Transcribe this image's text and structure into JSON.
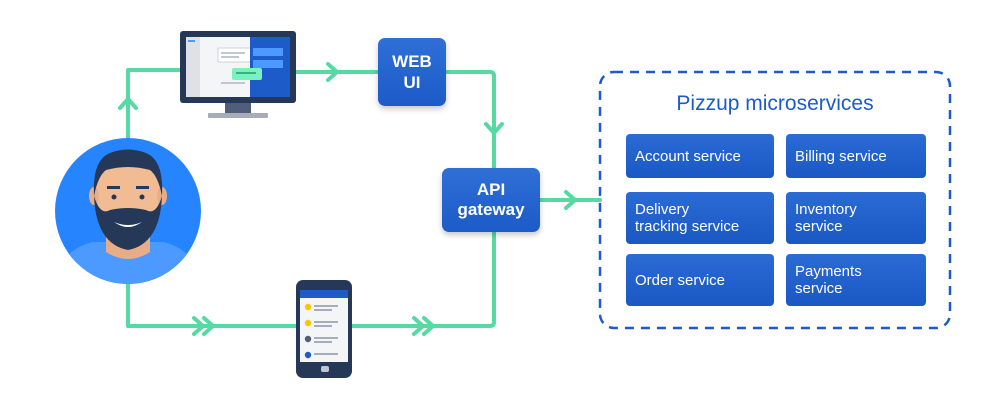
{
  "colors": {
    "flow_line": "#57d9a3",
    "primary_blue": "#1c5bc8",
    "avatar_bg": "#2684ff"
  },
  "nodes": {
    "web_ui_label": "WEB\nUI",
    "api_gateway_label": "API\ngateway"
  },
  "microservices": {
    "title": "Pizzup microservices",
    "account": "Account service",
    "billing": "Billing service",
    "delivery": "Delivery\ntracking service",
    "inventory": "Inventory\nservice",
    "order": "Order service",
    "payments": "Payments\nservice"
  },
  "icons": [
    "user-avatar-icon",
    "desktop-monitor-icon",
    "mobile-phone-icon"
  ]
}
